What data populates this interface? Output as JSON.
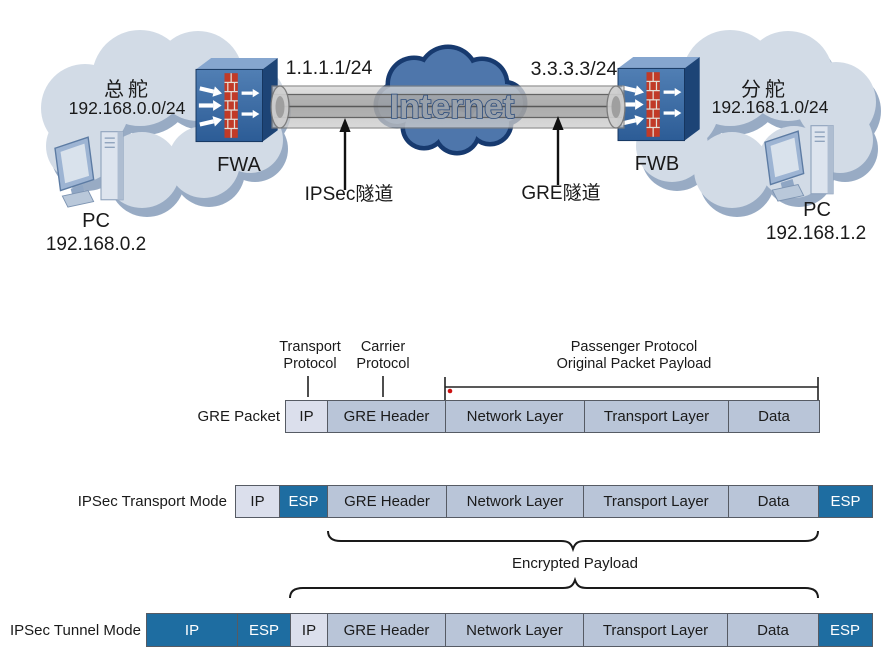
{
  "topology": {
    "left_site": {
      "name": "总舵",
      "subnet": "192.168.0.0/24",
      "firewall": "FWA",
      "wan_ip": "1.1.1.1/24",
      "pc_label": "PC",
      "pc_ip": "192.168.0.2"
    },
    "right_site": {
      "name": "分舵",
      "subnet": "192.168.1.0/24",
      "firewall": "FWB",
      "wan_ip": "3.3.3.3/24",
      "pc_label": "PC",
      "pc_ip": "192.168.1.2"
    },
    "internet_label": "Internet",
    "ipsec_tunnel_label": "IPSec隧道",
    "gre_tunnel_label": "GRE隧道"
  },
  "packet_diagram": {
    "annotations": {
      "transport_protocol": [
        "Transport",
        "Protocol"
      ],
      "carrier_protocol": [
        "Carrier",
        "Protocol"
      ],
      "passenger_protocol": [
        "Passenger Protocol",
        "Original Packet Payload"
      ],
      "encrypted_payload": "Encrypted Payload"
    },
    "rows": [
      {
        "label": "GRE Packet",
        "cells": [
          {
            "text": "IP"
          },
          {
            "text": "GRE Header"
          },
          {
            "text": "Network Layer"
          },
          {
            "text": "Transport Layer"
          },
          {
            "text": "Data"
          }
        ]
      },
      {
        "label": "IPSec Transport Mode",
        "cells": [
          {
            "text": "IP"
          },
          {
            "text": "ESP"
          },
          {
            "text": "GRE Header"
          },
          {
            "text": "Network Layer"
          },
          {
            "text": "Transport Layer"
          },
          {
            "text": "Data"
          },
          {
            "text": "ESP"
          }
        ]
      },
      {
        "label": "IPSec Tunnel Mode",
        "cells": [
          {
            "text": "IP"
          },
          {
            "text": "ESP"
          },
          {
            "text": "IP"
          },
          {
            "text": "GRE Header"
          },
          {
            "text": "Network Layer"
          },
          {
            "text": "Transport Layer"
          },
          {
            "text": "Data"
          },
          {
            "text": "ESP"
          }
        ]
      }
    ]
  },
  "colors": {
    "cell_light": "#dbdfec",
    "cell_mid": "#b9c5d8",
    "cell_dark": "#1e6da1",
    "cell_border": "#565b64",
    "cloud_fill": "#d2dbe6",
    "cloud_shadow": "#98abc4",
    "internet_fill": "#4e76ab",
    "internet_outline": "#173a6f",
    "firewall_blue": "#3f6da6",
    "brick_red": "#c13a27",
    "line_black": "#1a1a1a",
    "red_dot": "#cc1111"
  }
}
